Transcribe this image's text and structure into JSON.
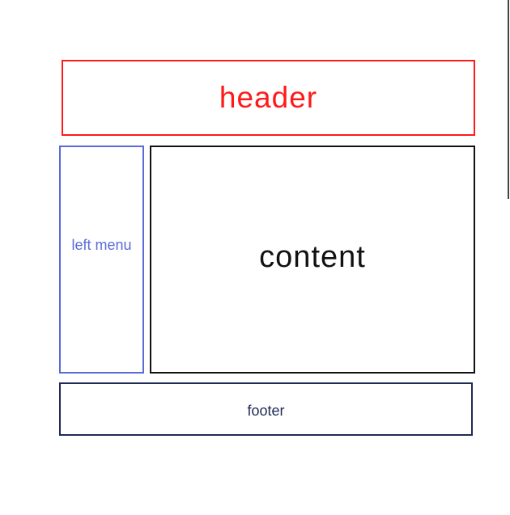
{
  "diagram": {
    "header": {
      "label": "header",
      "color": "#ff1a1a"
    },
    "left_menu": {
      "label": "left menu",
      "color": "#5a6ad8"
    },
    "content": {
      "label": "content",
      "color": "#111111"
    },
    "footer": {
      "label": "footer",
      "color": "#1f2a55"
    }
  }
}
